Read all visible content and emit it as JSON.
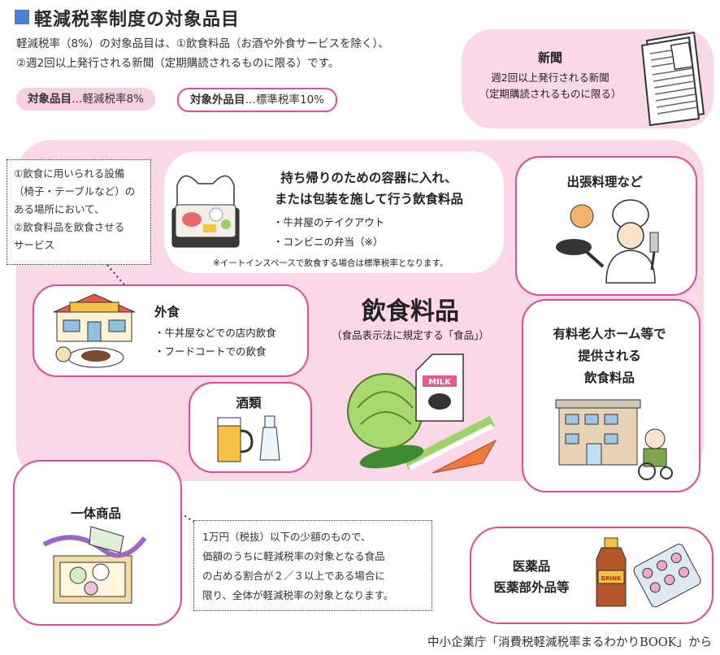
{
  "title": "軽減税率制度の対象品目",
  "intro": {
    "line1": "軽減税率（8%）の対象品目は、①飲食料品（お酒や外食サービスを除く）、",
    "line2": "②週2回以上発行される新聞（定期購読されるものに限る）です。"
  },
  "legend": {
    "target_label": "対象品目",
    "target_text": "…軽減税率8%",
    "nontarget_label": "対象外品目",
    "nontarget_text": "…標準税率10%"
  },
  "newspaper": {
    "title": "新聞",
    "line1": "週2回以上発行される新聞",
    "line2": "（定期購読されるものに限る）"
  },
  "tooltip_dining": {
    "line1": "①飲食に用いられる設備",
    "line2": "（椅子・テーブルなど）の",
    "line3": "ある場所において、",
    "line4": "②飲食料品を飲食させる",
    "line5": "サービス"
  },
  "takeout": {
    "title1": "持ち帰りのための容器に入れ、",
    "title2": "または包装を施して行う飲食料品",
    "item1": "・牛丼屋のテイクアウト",
    "item2": "・コンビニの弁当（※）",
    "note": "※イートインスペースで飲食する場合は標準税率となります。"
  },
  "catering": {
    "title": "出張料理など"
  },
  "dining_out": {
    "title": "外食",
    "item1": "・牛丼屋などでの店内飲食",
    "item2": "・フードコートでの飲食"
  },
  "food": {
    "title": "飲食料品",
    "subtitle": "（食品表示法に規定する「食品」）",
    "milk_label": "MILK"
  },
  "nursing": {
    "line1": "有料老人ホーム等で",
    "line2": "提供される",
    "line3": "飲食料品"
  },
  "alcohol": {
    "title": "酒類"
  },
  "bundle": {
    "title": "一体商品"
  },
  "tooltip_bundle": {
    "line1": "1万円（税抜）以下の少額のもので、",
    "line2": "価額のうちに軽減税率の対象となる食品",
    "line3": "の占める割合が２／３以上である場合に",
    "line4": "限り、全体が軽減税率の対象となります。"
  },
  "medicine": {
    "line1": "医薬品",
    "line2": "医薬部外品等",
    "drink_label": "DRINK"
  },
  "source": "中小企業庁「消費税軽減税率まるわかりBOOK」から",
  "colors": {
    "pink_fill": "#fbd8e8",
    "pink_border": "#e54a96",
    "title_mark": "#4f7fd0"
  },
  "icons": [
    "newspaper-icon",
    "bento-icon",
    "chef-icon",
    "restaurant-icon",
    "vegetables-icon",
    "milk-carton-icon",
    "nursing-home-icon",
    "beer-sake-icon",
    "gift-box-icon",
    "medicine-icon"
  ]
}
